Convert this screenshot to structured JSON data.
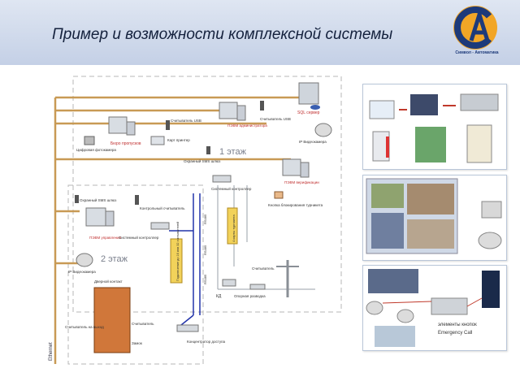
{
  "header": {
    "title": "Пример и возможности комплексной системы",
    "logo_caption": "Символ - Автоматика"
  },
  "diagram": {
    "floors": {
      "floor1": "1 этаж",
      "floor2": "2 этаж"
    },
    "ethernet_label": "Ethernet",
    "devices": {
      "camera_photo": "Цифровая фотокамера",
      "pass_office": "Бюро пропусков",
      "card_reader_usb": "Считыватель USB",
      "card_printer": "Карт принтер",
      "admin_pc": "ПЭВМ администратора",
      "reader_usb_admin": "Считыватель USB",
      "sql_server": "SQL сервер",
      "ip_camera_1": "IP Видеокамера",
      "sms_gate_1": "Охранный SMS шлюз",
      "verification_pc": "ПЭВМ верификации",
      "sms_gate_2": "Охранный SMS шлюз",
      "control_reader": "Контрольный считыватель",
      "system_controller_2": "Системный контроллер",
      "control_pc": "ПЭВМ управления",
      "ip_camera_2": "IP Видеокамера",
      "system_controller_1": "Системный контроллер",
      "turnstile_block": "Кнопка блокирования турникета",
      "line_rs485_1": "RS485",
      "line_rs485_2": "RS485",
      "line_rs485_3": "RS485",
      "card_scanner_box": "4 карты турникета",
      "multi_controller": "Подключение до 16 или 32 считывателей",
      "door_contact": "Дверной контакт",
      "exit_reader": "Считыватель на выход",
      "reader_door": "Считыватель",
      "lock": "Замок",
      "access_hub": "Концентратор доступа",
      "reader_turnstile": "Считыватель",
      "kd": "КД",
      "support_junction": "Опорная разводка"
    }
  },
  "panels": {
    "emergency_label_line1": "элементы кнопок",
    "emergency_label_line2": "Emergency Call"
  }
}
